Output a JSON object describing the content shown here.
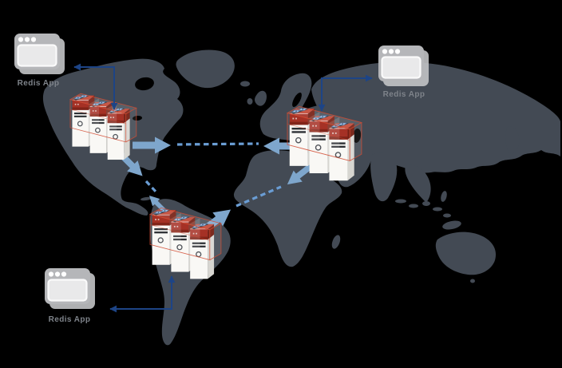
{
  "apps": [
    {
      "id": "app-northwest",
      "label": "Redis App"
    },
    {
      "id": "app-northeast",
      "label": "Redis App"
    },
    {
      "id": "app-south",
      "label": "Redis App"
    }
  ],
  "clusters": [
    {
      "id": "cluster-north-america"
    },
    {
      "id": "cluster-europe"
    },
    {
      "id": "cluster-south-america"
    }
  ],
  "links": [
    {
      "from": "cluster-north-america",
      "to": "cluster-europe",
      "type": "bidirectional-sync-dashed"
    },
    {
      "from": "cluster-north-america",
      "to": "cluster-south-america",
      "type": "bidirectional-sync-dashed"
    },
    {
      "from": "cluster-south-america",
      "to": "cluster-europe",
      "type": "bidirectional-sync-dashed"
    }
  ],
  "colors": {
    "background": "#000000",
    "map_land": "#434a54",
    "app_connector_arrow": "#1d4486",
    "sync_arrow": "#7ea6cc",
    "sync_dashes": "#6a9dd4",
    "cluster_frame_red": "#d24b32",
    "cluster_database_red": "#a1261a",
    "server_white": "#f9f8f5",
    "chip_blue": "#8fb3d9",
    "app_window_gray": "#b5b6b9",
    "label_text": "#7e838a"
  }
}
